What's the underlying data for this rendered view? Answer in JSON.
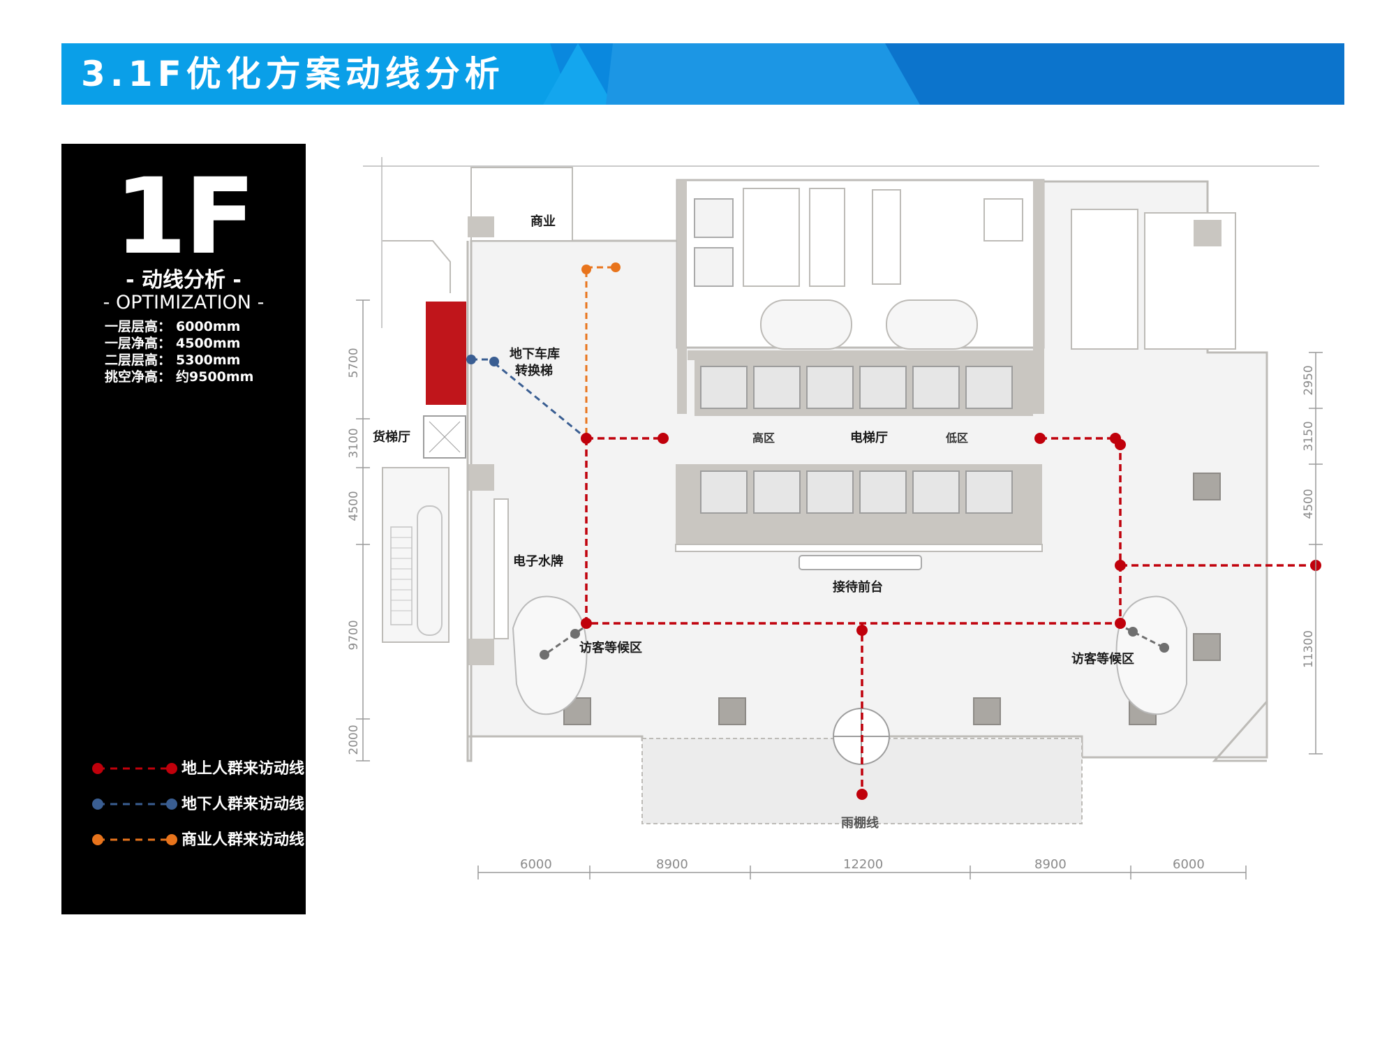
{
  "header": {
    "title": "3.1F优化方案动线分析"
  },
  "panel": {
    "floor": "1F",
    "subtitle_cn": "- 动线分析 -",
    "subtitle_en": "- OPTIMIZATION -",
    "specs": [
      {
        "label": "一层层高：",
        "value": "6000mm"
      },
      {
        "label": "一层净高：",
        "value": "4500mm"
      },
      {
        "label": "二层层高：",
        "value": "5300mm"
      },
      {
        "label": "挑空净高：",
        "value": "约9500mm"
      }
    ]
  },
  "legend": [
    {
      "label": "地上人群来访动线",
      "color": "#c0000b"
    },
    {
      "label": "地下人群来访动线",
      "color": "#3a5e92"
    },
    {
      "label": "商业人群来访动线",
      "color": "#e8741c"
    }
  ],
  "plan_labels": {
    "commercial": "商业",
    "garage_line1": "地下车库",
    "garage_line2": "转换梯",
    "freight_hall": "货梯厅",
    "high_zone": "高区",
    "elevator_hall": "电梯厅",
    "low_zone": "低区",
    "e_sign": "电子水牌",
    "reception": "接待前台",
    "waiting_left": "访客等候区",
    "waiting_right": "访客等候区",
    "canopy": "雨棚线"
  },
  "dimensions": {
    "bottom": [
      "6000",
      "8900",
      "12200",
      "8900",
      "6000"
    ],
    "left": [
      "5700",
      "3100",
      "4500",
      "9700",
      "2000"
    ],
    "right": [
      "2950",
      "3150",
      "4500",
      "11300"
    ]
  },
  "colors": {
    "banner": "#0a7fd6",
    "above_ground": "#c0000b",
    "underground": "#3a5e92",
    "commercial": "#e8741c",
    "visitor_gray": "#6f6f6f",
    "wall": "#c9c6c1",
    "floor": "#f3f3f3"
  }
}
